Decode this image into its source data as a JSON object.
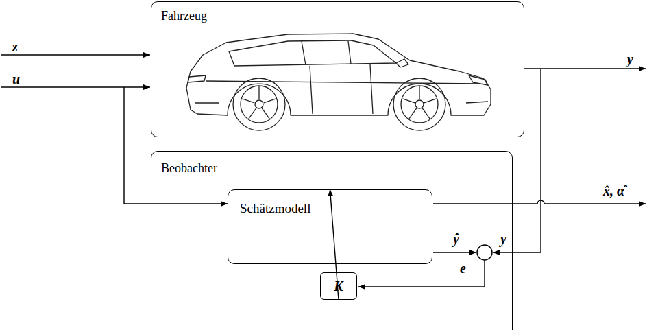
{
  "diagram": {
    "nodes": [
      {
        "text": [
          "Fahrzeug"
        ]
      },
      {
        "text": [
          "Beobachter"
        ]
      },
      {
        "text": [
          "Schätzmodell"
        ],
        "in": 1
      },
      {
        "text": [
          "K"
        ],
        "in": 1
      }
    ],
    "edges": [
      {
        "from": 3,
        "to": 2,
        "arrow": "to"
      }
    ],
    "labels": [
      "z",
      "u",
      "y",
      "x̂, α̂",
      "ŷ",
      "−",
      "y",
      "e"
    ]
  }
}
